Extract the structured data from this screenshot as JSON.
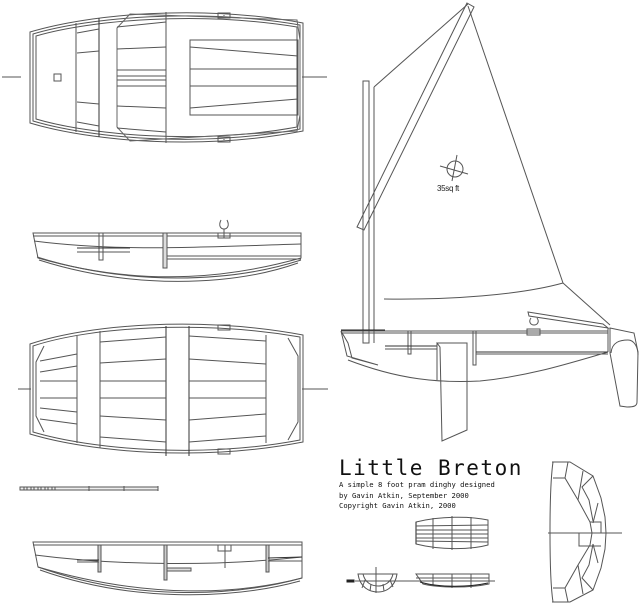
{
  "drawing": {
    "title": "Little Breton",
    "description_lines": [
      "A simple 8 foot pram dinghy designed",
      "by Gavin Atkin, September 2000",
      "Copyright Gavin Atkin, 2000"
    ],
    "sail_area_label": "35sq ft",
    "views": [
      {
        "name": "plan-view-rowing-layout",
        "label": ""
      },
      {
        "name": "side-elevation-rowing",
        "label": ""
      },
      {
        "name": "plan-view-sailing-layout",
        "label": ""
      },
      {
        "name": "scale-bar",
        "label": ""
      },
      {
        "name": "side-elevation-sailing",
        "label": ""
      },
      {
        "name": "sail-plan",
        "label": ""
      },
      {
        "name": "lines-plan-small",
        "label": ""
      },
      {
        "name": "body-plan-sections",
        "label": ""
      }
    ],
    "colors": {
      "line": "#444444",
      "heavy_line": "#222222",
      "paper": "#ffffff"
    }
  }
}
